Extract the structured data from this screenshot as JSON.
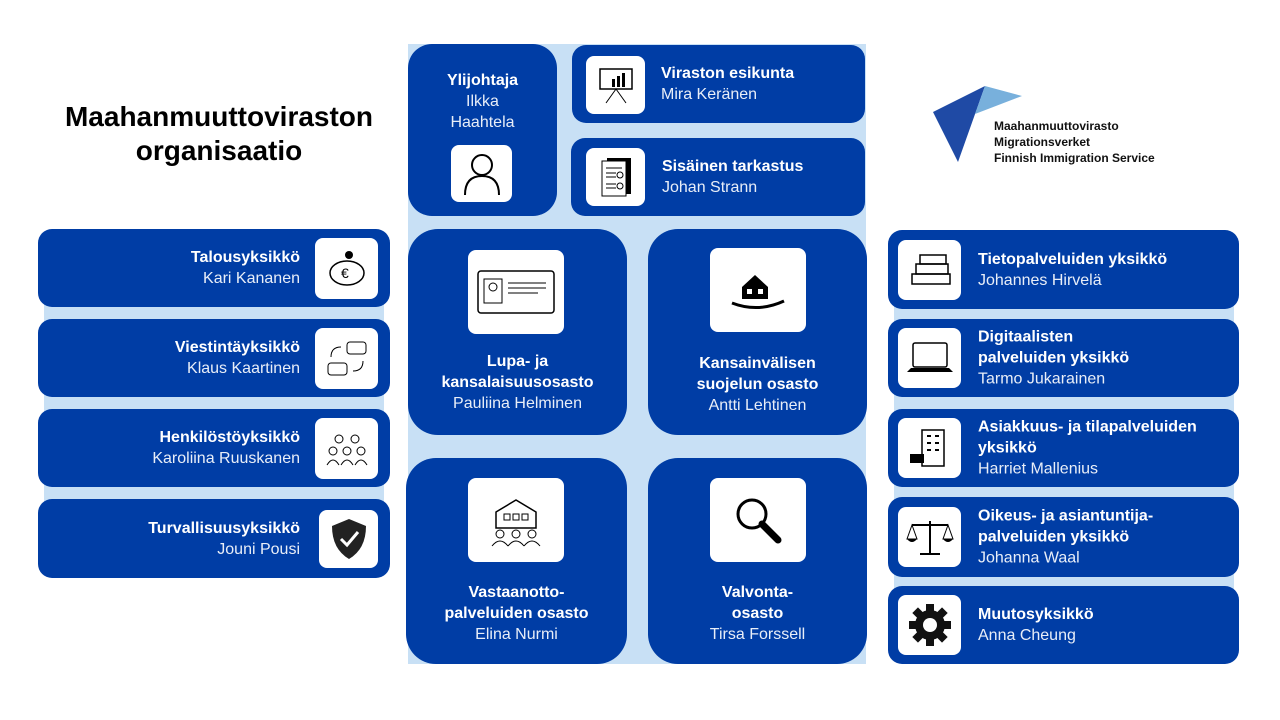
{
  "title": "Maahanmuuttoviraston organisaatio",
  "logo": {
    "lines": [
      "Maahanmuuttovirasto",
      "Migrationsverket",
      "Finnish Immigration Service"
    ]
  },
  "director": {
    "title": "Ylijohtaja",
    "name1": "Ilkka",
    "name2": "Haahtela"
  },
  "top": [
    {
      "title": "Viraston esikunta",
      "name": "Mira Keränen"
    },
    {
      "title": "Sisäinen tarkastus",
      "name": "Johan Strann"
    }
  ],
  "left": [
    {
      "title": "Talousyksikkö",
      "name": "Kari Kananen"
    },
    {
      "title": "Viestintäyksikkö",
      "name": "Klaus Kaartinen"
    },
    {
      "title": "Henkilöstöyksikkö",
      "name": "Karoliina Ruuskanen"
    },
    {
      "title": "Turvallisuusyksikkö",
      "name": "Jouni Pousi"
    }
  ],
  "center": [
    {
      "title1": "Lupa- ja",
      "title2": "kansalaisuusosasto",
      "name": "Pauliina Helminen"
    },
    {
      "title1": "Kansainvälisen",
      "title2": "suojelun osasto",
      "name": "Antti Lehtinen"
    },
    {
      "title1": "Vastaanotto-",
      "title2": "palveluiden osasto",
      "name": "Elina Nurmi"
    },
    {
      "title1": "Valvonta-",
      "title2": "osasto",
      "name": "Tirsa Forssell"
    }
  ],
  "right": [
    {
      "title1": "Tietopalveluiden yksikkö",
      "title2": "",
      "name": "Johannes Hirvelä"
    },
    {
      "title1": "Digitaalisten",
      "title2": "palveluiden yksikkö",
      "name": "Tarmo Jukarainen"
    },
    {
      "title1": "Asiakkuus- ja tilapalveluiden",
      "title2": "yksikkö",
      "name": "Harriet Mallenius"
    },
    {
      "title1": "Oikeus- ja asiantuntija-",
      "title2": "palveluiden yksikkö",
      "name": "Johanna Waal"
    },
    {
      "title1": "Muutosyksikkö",
      "title2": "",
      "name": "Anna Cheung"
    }
  ],
  "colors": {
    "primary": "#003da5",
    "light": "#c8e0f5"
  }
}
